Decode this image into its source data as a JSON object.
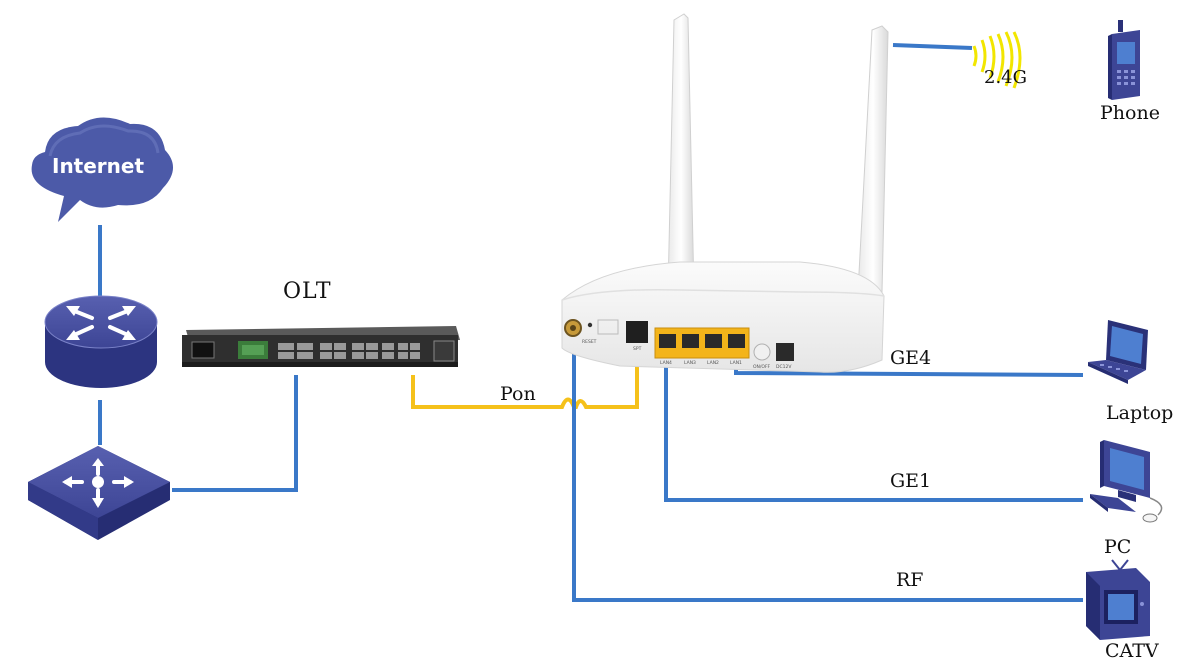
{
  "labels": {
    "internet": "Internet",
    "olt": "OLT",
    "pon": "Pon",
    "wifi_band": "2.4G",
    "phone": "Phone",
    "ge4": "GE4",
    "laptop": "Laptop",
    "ge1": "GE1",
    "pc": "PC",
    "rf": "RF",
    "catv": "CATV"
  },
  "colors": {
    "link_blue": "#3a78c8",
    "pon_fiber": "#f5c11a",
    "wifi_waves": "#f2e600",
    "device_navy": "#3d4595",
    "device_navy_dark": "#262d73",
    "port_yellow": "#f3b41a"
  },
  "router_port_labels": [
    "RESET",
    "SPT",
    "LAN4",
    "LAN3",
    "LAN2",
    "LAN1",
    "ON/OFF",
    "DC12V"
  ]
}
